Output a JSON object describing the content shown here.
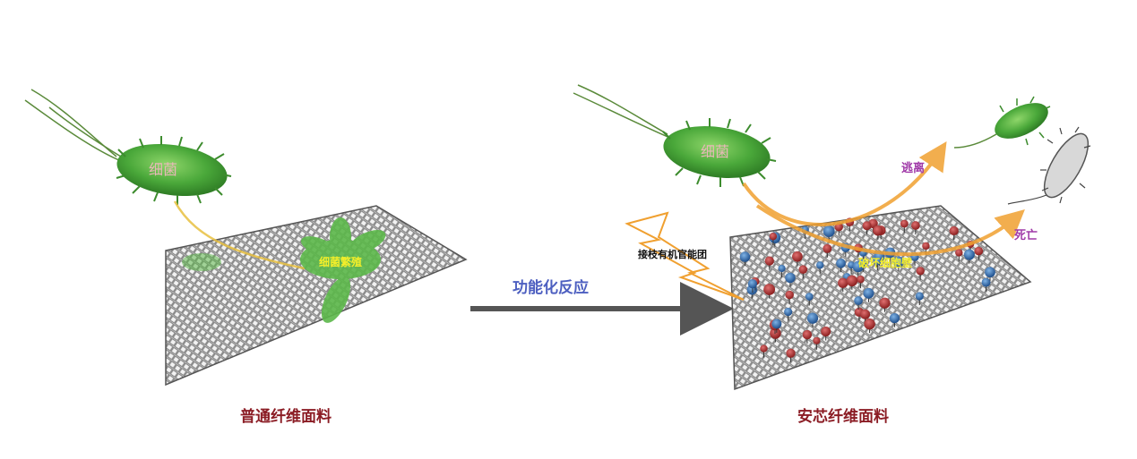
{
  "left_panel": {
    "bacterium_label": "细菌",
    "growth_label": "细菌繁殖",
    "caption": "普通纤维面料"
  },
  "center": {
    "arrow_label": "功能化反应"
  },
  "right_panel": {
    "bacterium_label": "细菌",
    "graft_label": "接枝有机官能团",
    "damage_label": "破坏细胞壁",
    "escape_label": "逃离",
    "death_label": "死亡",
    "caption": "安芯纤维面料"
  },
  "colors": {
    "caption": "#8b1c24",
    "arrow_label": "#4d5fc0",
    "purple_labels": "#a03aa8",
    "yellow_labels": "#f3ee2a",
    "bacteria_green": "#4aa83a",
    "orange_path": "#f0a030"
  }
}
